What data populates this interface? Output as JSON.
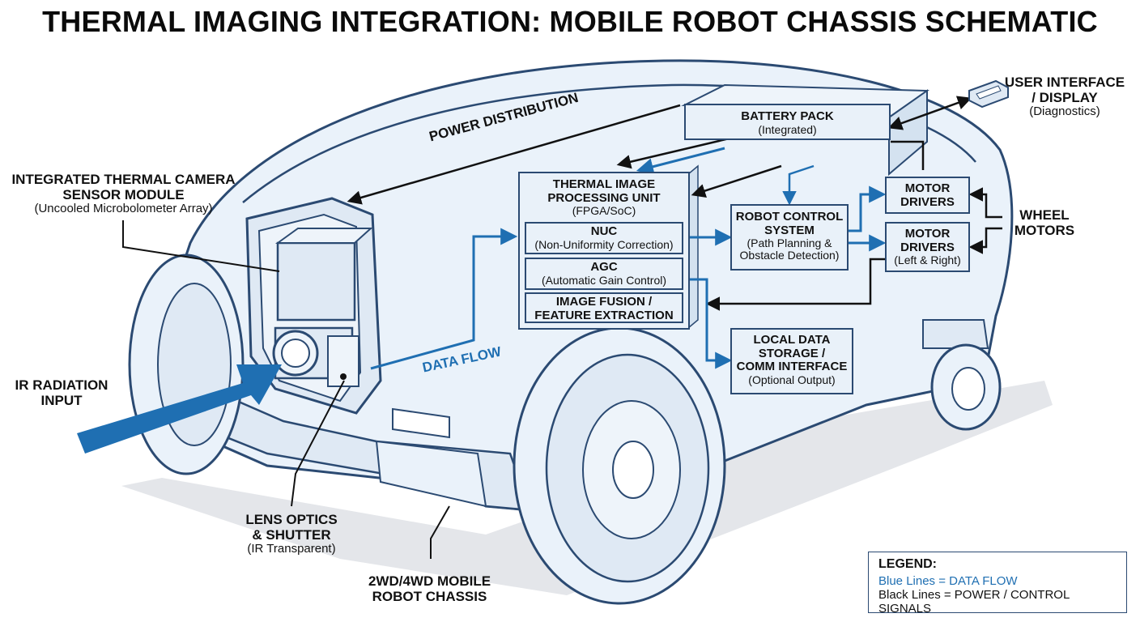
{
  "title": "THERMAL IMAGING INTEGRATION: MOBILE ROBOT CHASSIS SCHEMATIC",
  "colors": {
    "data_flow": "#1f6fb2",
    "control": "#111111",
    "outline": "#2b4a72",
    "fill": "#e9f1f9"
  },
  "labels": {
    "camera": {
      "line1": "INTEGRATED THERMAL CAMERA",
      "line2": "SENSOR MODULE",
      "line3": "(Uncooled Microbolometer Array)"
    },
    "ir_input": {
      "line1": "IR RADIATION",
      "line2": "INPUT"
    },
    "lens": {
      "line1": "LENS OPTICS",
      "line2": "& SHUTTER",
      "line3": "(IR Transparent)"
    },
    "chassis": {
      "line1": "2WD/4WD MOBILE",
      "line2": "ROBOT CHASSIS"
    },
    "power_distribution": "POWER DISTRIBUTION",
    "data_flow": "DATA FLOW",
    "user_interface": {
      "line1": "USER INTERFACE",
      "line2": "/ DISPLAY",
      "line3": "(Diagnostics)"
    },
    "wheel_motors": {
      "line1": "WHEEL",
      "line2": "MOTORS"
    }
  },
  "blocks": {
    "battery": {
      "title": "BATTERY PACK",
      "sub": "(Integrated)"
    },
    "processing_unit": {
      "title_line1": "THERMAL IMAGE",
      "title_line2": "PROCESSING UNIT",
      "sub": "(FPGA/SoC)",
      "modules": [
        {
          "title": "NUC",
          "sub": "(Non-Uniformity Correction)"
        },
        {
          "title": "AGC",
          "sub": "(Automatic Gain Control)"
        },
        {
          "title_line1": "IMAGE FUSION /",
          "title_line2": "FEATURE EXTRACTION"
        }
      ]
    },
    "robot_control": {
      "title_line1": "ROBOT CONTROL",
      "title_line2": "SYSTEM",
      "sub_line1": "(Path Planning &",
      "sub_line2": "Obstacle Detection)"
    },
    "motor_drivers_1": {
      "title_line1": "MOTOR",
      "title_line2": "DRIVERS"
    },
    "motor_drivers_2": {
      "title_line1": "MOTOR",
      "title_line2": "DRIVERS",
      "sub": "(Left & Right)"
    },
    "storage": {
      "title_line1": "LOCAL DATA",
      "title_line2": "STORAGE /",
      "title_line3": "COMM INTERFACE",
      "sub": "(Optional Output)"
    }
  },
  "legend": {
    "title": "LEGEND:",
    "blue": "Blue Lines = DATA FLOW",
    "black": "Black Lines = POWER / CONTROL SIGNALS"
  }
}
